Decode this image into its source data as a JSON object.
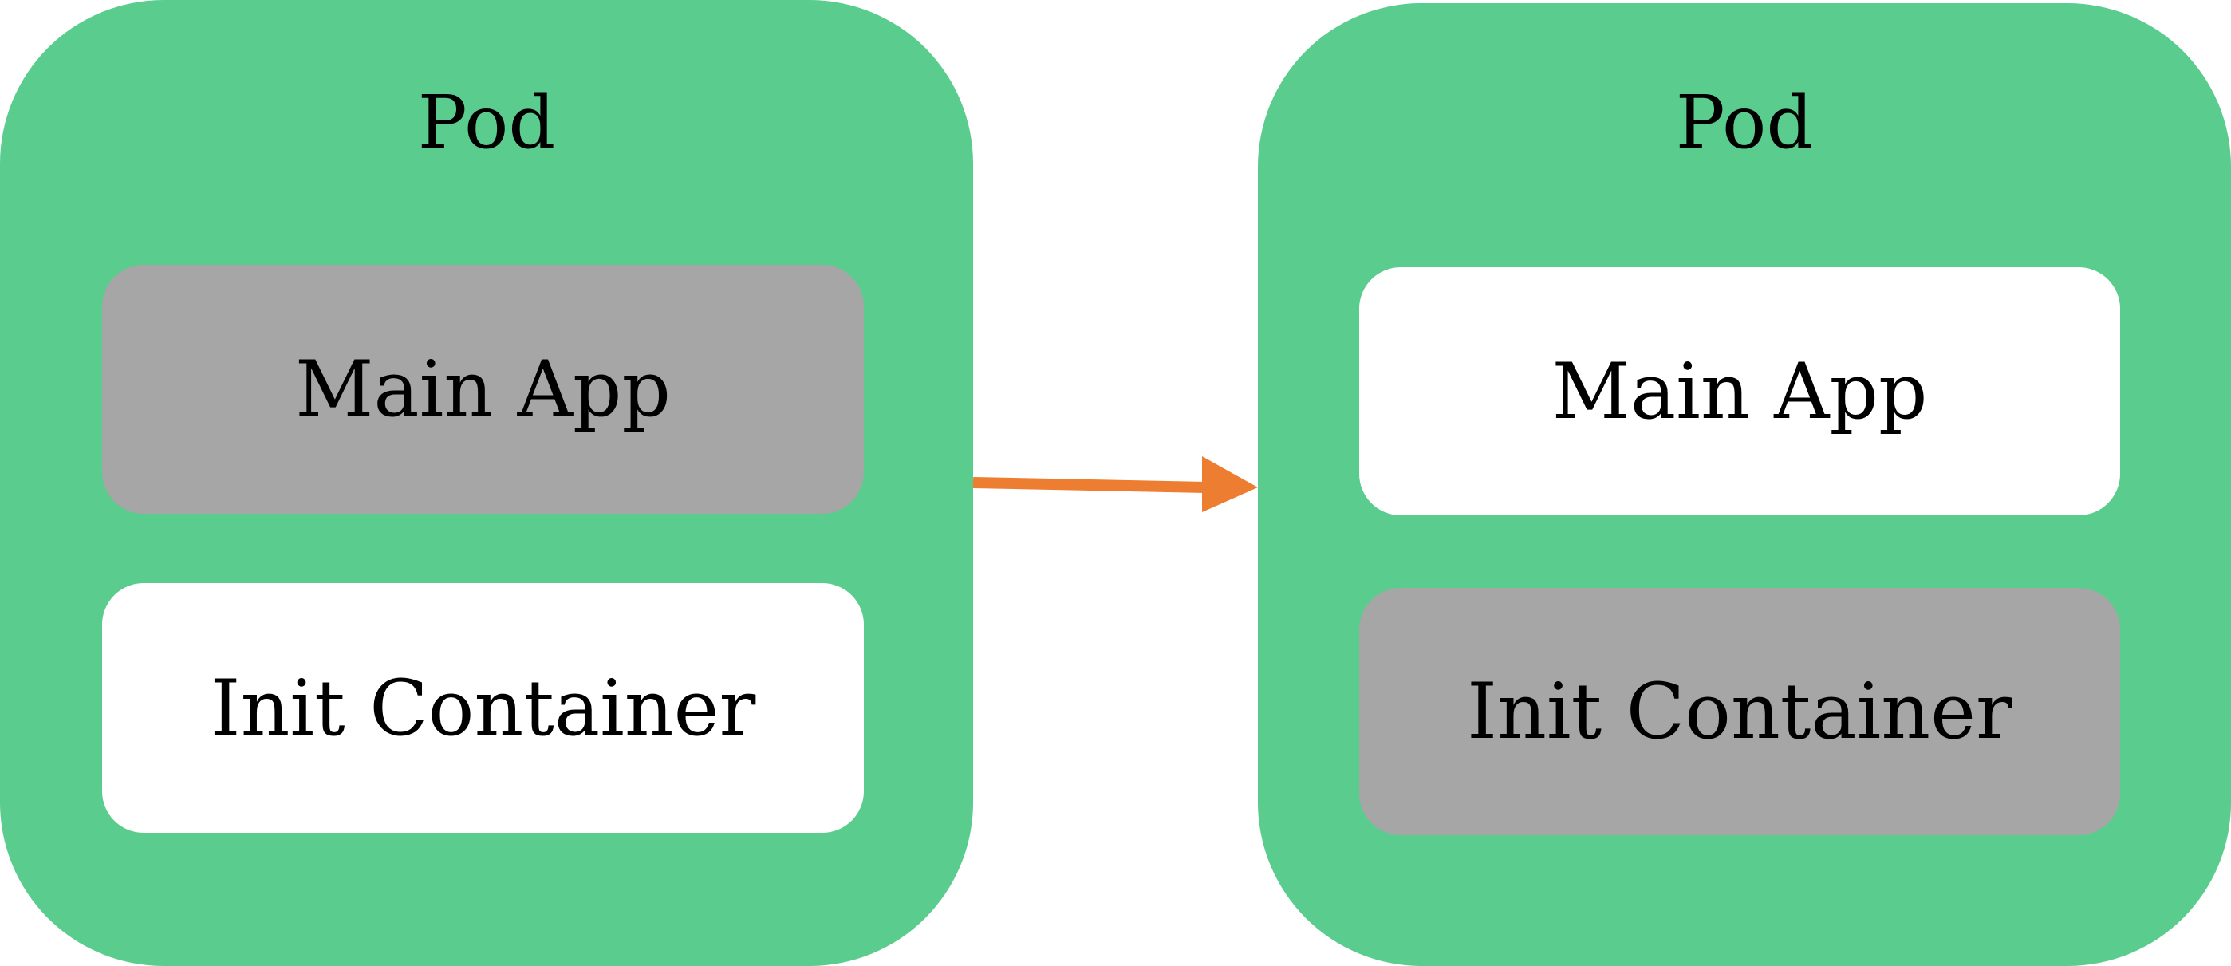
{
  "colors": {
    "pod": "#5ACC8D",
    "inactive": "#A6A6A6",
    "active": "#FFFFFF",
    "arrow": "#ED7D31"
  },
  "before": {
    "title": "Pod",
    "main_app": {
      "label": "Main App",
      "state": "inactive"
    },
    "init_container": {
      "label": "Init Container",
      "state": "active"
    }
  },
  "after": {
    "title": "Pod",
    "main_app": {
      "label": "Main App",
      "state": "active"
    },
    "init_container": {
      "label": "Init Container",
      "state": "inactive"
    }
  }
}
